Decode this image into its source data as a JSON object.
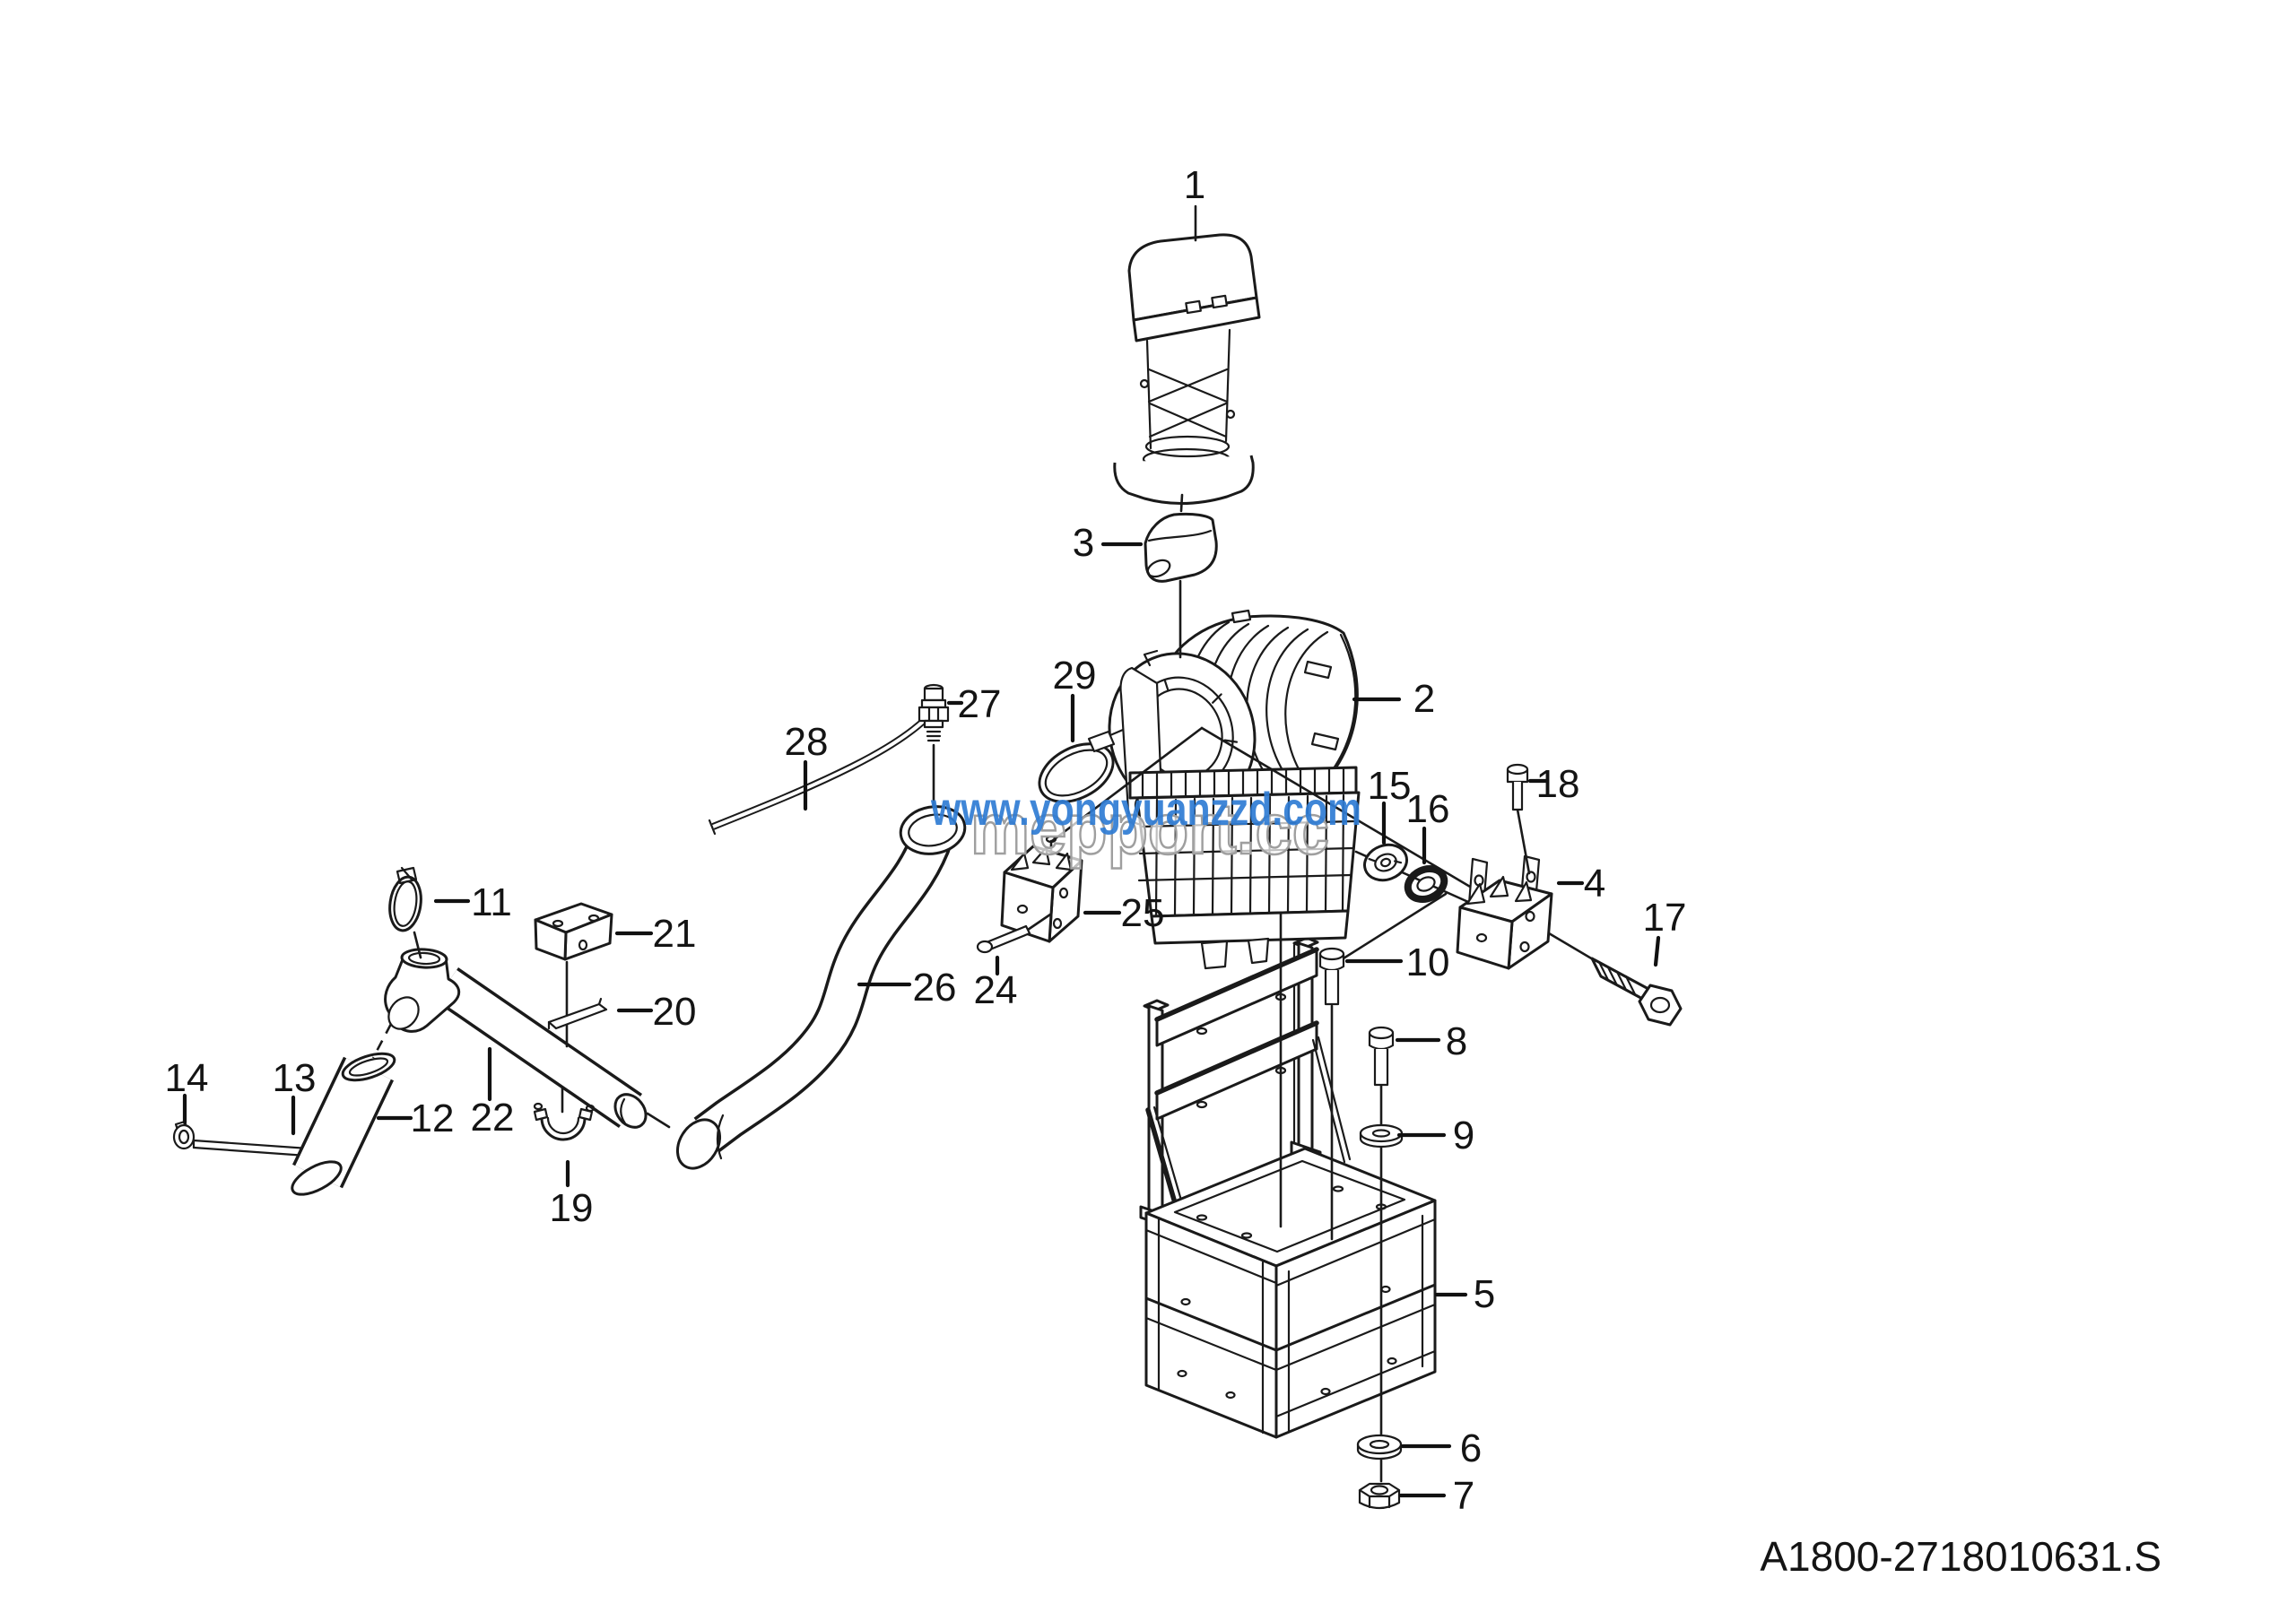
{
  "page": {
    "background": "#ffffff",
    "ink": "#1a1a1a"
  },
  "watermark": {
    "overlay_text": "www.yongyuanzzd.com",
    "overlay_color": "#2f7cd4",
    "ghost_text": "mepport.cc",
    "ghost_color": "#9f9f9f"
  },
  "footer": {
    "part_code": "A1800-2718010631.S"
  },
  "callouts": {
    "c1": "1",
    "c2": "2",
    "c3": "3",
    "c4": "4",
    "c5": "5",
    "c6": "6",
    "c7": "7",
    "c8": "8",
    "c9": "9",
    "c10": "10",
    "c11": "11",
    "c12": "12",
    "c13": "13",
    "c14": "14",
    "c15": "15",
    "c16": "16",
    "c17": "17",
    "c18": "18",
    "c19": "19",
    "c20": "20",
    "c21": "21",
    "c22": "22",
    "c24": "24",
    "c25": "25",
    "c26": "26",
    "c27": "27",
    "c28": "28",
    "c29": "29"
  }
}
